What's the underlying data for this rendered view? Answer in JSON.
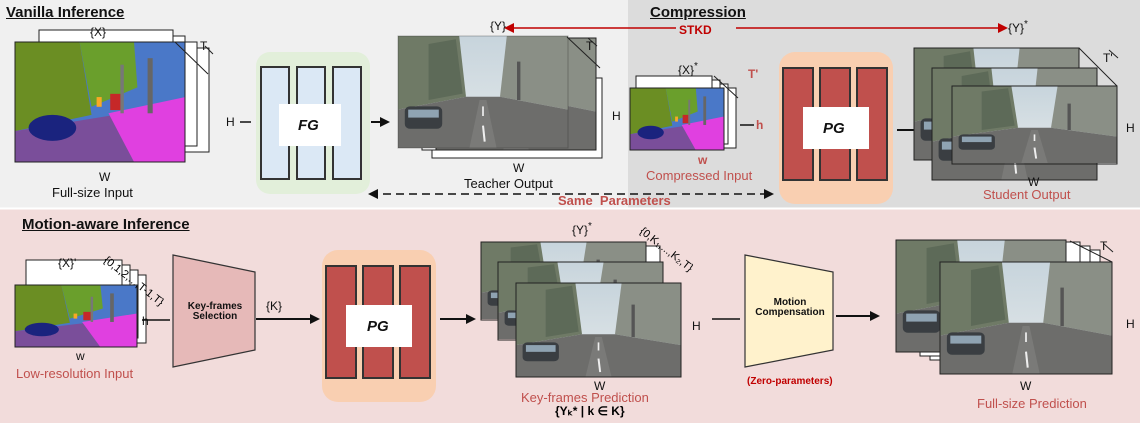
{
  "sections": {
    "vanilla": "Vanilla Inference",
    "compression": "Compression",
    "motion": "Motion-aware Inference"
  },
  "labels": {
    "x_set": "{X}",
    "t": "T",
    "h_upper": "H",
    "w_upper": "W",
    "full_size_input": "Full-size Input",
    "fg": "FG",
    "y_set": "{Y}",
    "teacher_output": "Teacher Output",
    "stkd": "STKD",
    "y_star": "{Y}",
    "star": "*",
    "x_star": "{X}",
    "t_prime": "T'",
    "h_lower": "h",
    "w_lower": "w",
    "compressed_input": "Compressed Input",
    "pg": "PG",
    "t_prime_student": "T'",
    "student_output": "Student Output",
    "same_parameters": "Same  Parameters",
    "x_prime": "{X}'",
    "seq_0": "{0,1,2,...,T-1,T}",
    "low_res_input": "Low-resolution Input",
    "keyframes_selection": "Key-frames Selection",
    "k_set": "{K}",
    "seq_k": "{0,K₁,...,K₂,T}",
    "keyframes_prediction": "Key-frames Prediction",
    "y_k_set": "{Yₖ* | k ∈ K}",
    "motion_compensation": "Motion Compensation",
    "zero_params": "(Zero-parameters)",
    "full_size_prediction": "Full-size Prediction"
  },
  "colors": {
    "top_bg_left": "#f0f0f0",
    "top_bg_right": "#dcdcdc",
    "bottom_bg": "#f2dcdb",
    "fg_block": "#dbe8f5",
    "fg_halo": "#e2efda",
    "pg_block": "#c0504d",
    "pg_halo": "#f9cfb1",
    "keyframe_box": "#e6b9b8",
    "motion_box": "#fff2cc",
    "red_text": "#c0504d",
    "stkd_red": "#c00000"
  }
}
